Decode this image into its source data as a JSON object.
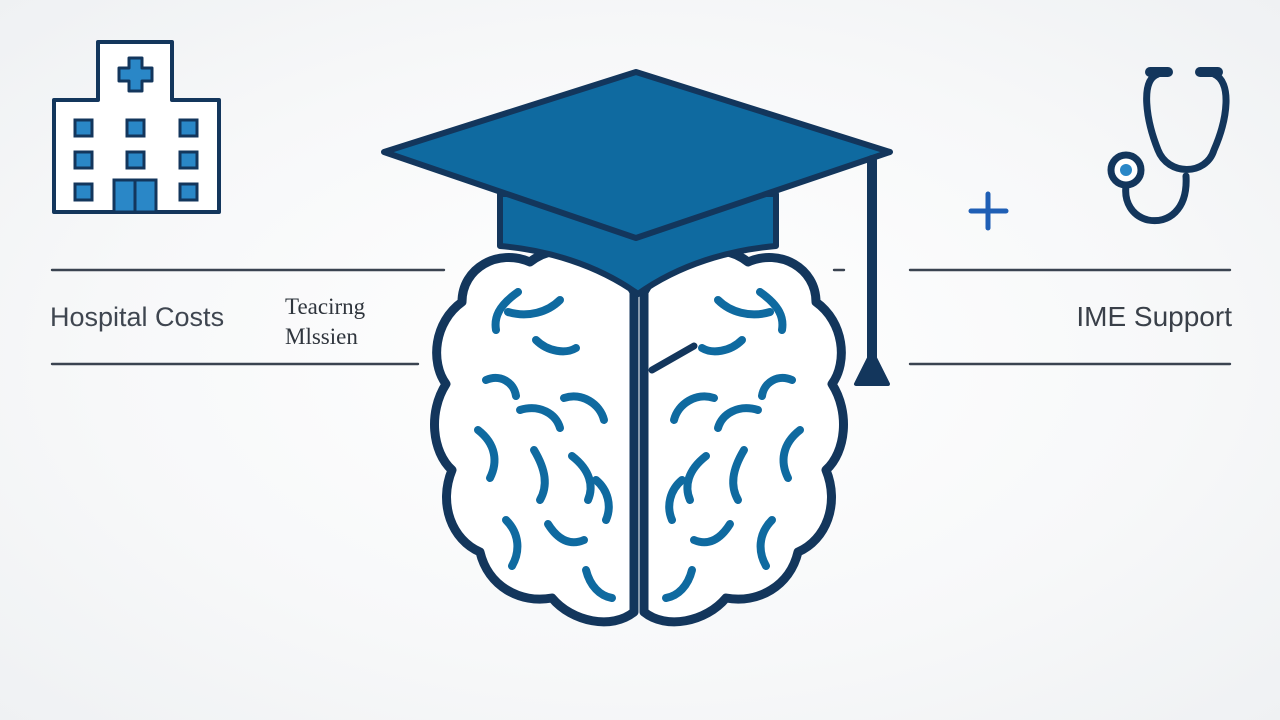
{
  "labels": {
    "left": "Hospital Costs",
    "center_line1": "Teacirng",
    "center_line2": "Mlssien",
    "right": "IME Support"
  },
  "icons": {
    "top_left": "hospital-icon",
    "center": "brain-with-graduation-cap-icon",
    "right_small": "plus-icon",
    "top_right": "stethoscope-icon"
  },
  "colors": {
    "navy": "#13365c",
    "blue": "#0f6aa0",
    "light_blue": "#2a87c7",
    "text": "#3f4650",
    "rule": "#4a5563"
  }
}
